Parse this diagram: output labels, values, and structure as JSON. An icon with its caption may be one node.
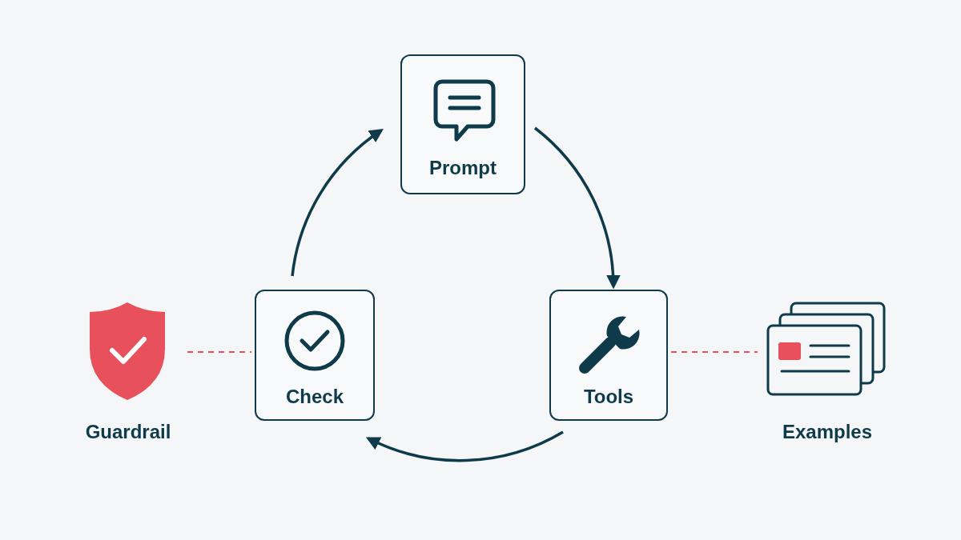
{
  "diagram": {
    "nodes": [
      {
        "text": [
          "Prompt"
        ]
      },
      {
        "text": [
          "Tools"
        ]
      },
      {
        "text": [
          "Check"
        ]
      },
      {
        "text": [
          "Guardrail"
        ]
      },
      {
        "text": [
          "Examples"
        ]
      }
    ],
    "edges": [
      {
        "from": 0,
        "to": 1,
        "arrow": "to"
      },
      {
        "from": 1,
        "to": 2,
        "arrow": "to"
      },
      {
        "from": 2,
        "to": 0,
        "arrow": "to"
      },
      {
        "from": 3,
        "to": 2,
        "arrow": "none",
        "style": "dashed",
        "color": "#e8505b"
      },
      {
        "from": 1,
        "to": 4,
        "arrow": "none",
        "style": "dashed",
        "color": "#e8505b"
      }
    ]
  }
}
